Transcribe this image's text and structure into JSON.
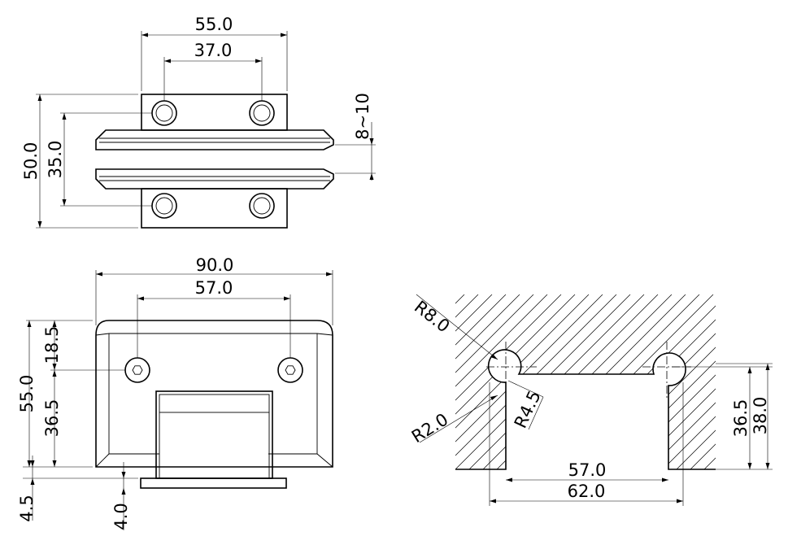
{
  "top_view": {
    "width": "55.0",
    "hole_spacing": "37.0",
    "height": "50.0",
    "inner_height": "35.0",
    "gap": "8~10"
  },
  "front_view": {
    "width": "90.0",
    "hole_spacing": "57.0",
    "height": "55.0",
    "upper": "18.5",
    "lower": "36.5",
    "base": "4.5",
    "plate": "4.0"
  },
  "cutout": {
    "r_outer": "R8.0",
    "r_mid": "R4.5",
    "r_small": "R2.0",
    "inner_width": "57.0",
    "outer_width": "62.0",
    "depth_a": "36.5",
    "depth_b": "38.0"
  }
}
